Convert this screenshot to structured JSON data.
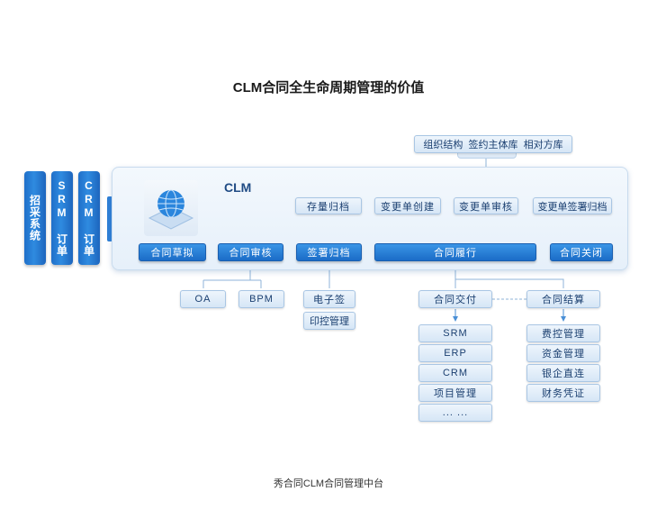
{
  "title": "CLM合同全生命周期管理的价值",
  "caption": "秀合同CLM合同管理中台",
  "clm_label": "CLM",
  "top_tab": "组织结构  签约主体库  相对方库",
  "side_systems": [
    "招采系统",
    "SRM 订单",
    "CRM 订单"
  ],
  "main_flow": [
    "合同草拟",
    "合同审核",
    "签署归档",
    "合同履行",
    "合同关闭"
  ],
  "upper_row": {
    "archive": "存量归档",
    "change": [
      "变更单创建",
      "变更单审核",
      "变更单签署归档"
    ]
  },
  "review_integrations": [
    "OA",
    "BPM"
  ],
  "sign_integrations": [
    "电子签",
    "印控管理"
  ],
  "delivery": {
    "title": "合同交付",
    "items": [
      "SRM",
      "ERP",
      "CRM",
      "项目管理",
      "... ..."
    ]
  },
  "settlement": {
    "title": "合同结算",
    "items": [
      "费控管理",
      "资金管理",
      "银企直连",
      "财务凭证"
    ]
  },
  "colors": {
    "primary": "#1b6cc7",
    "light": "#d6e6f6",
    "accent": "#2f8be0"
  }
}
